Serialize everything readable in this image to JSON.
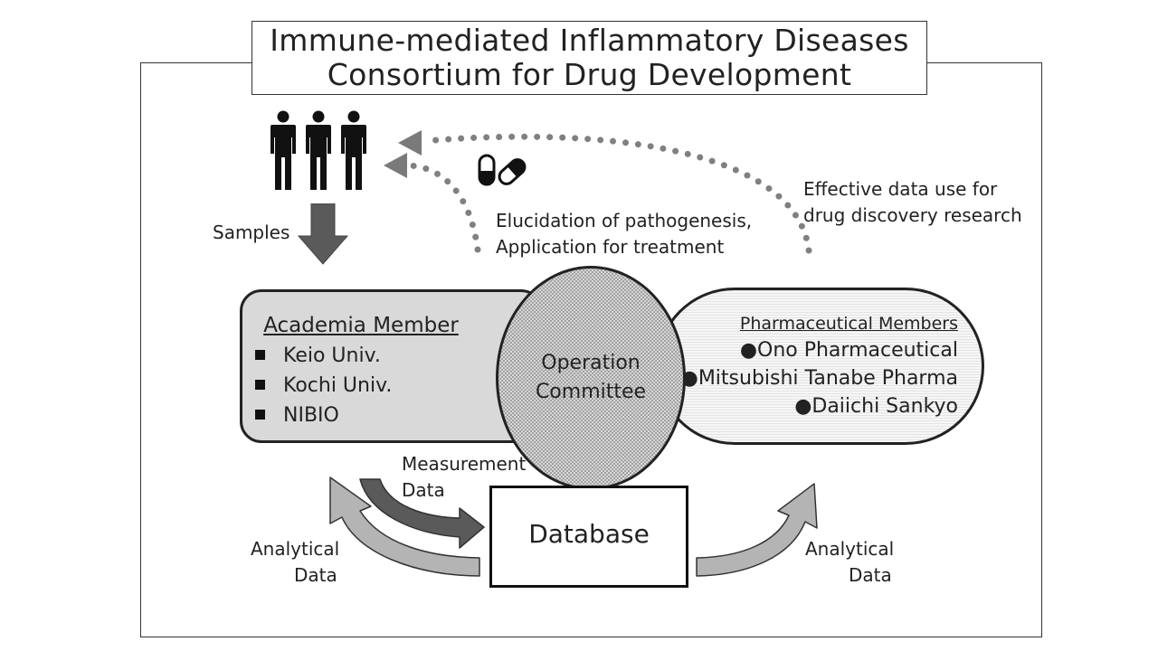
{
  "title": {
    "line1": "Immune-mediated Inflammatory Diseases",
    "line2": "Consortium for Drug Development"
  },
  "labels": {
    "samples": "Samples",
    "elucidation_line1": "Elucidation of pathogenesis,",
    "elucidation_line2": "Application for treatment",
    "effective_line1": "Effective data use for",
    "effective_line2": "drug discovery research",
    "measurement_line1": "Measurement",
    "measurement_line2": "Data",
    "analytical_left_line1": "Analytical",
    "analytical_left_line2": "Data",
    "analytical_right_line1": "Analytical",
    "analytical_right_line2": "Data"
  },
  "academia": {
    "title": "Academia Member",
    "members": [
      "Keio Univ.",
      "Kochi Univ.",
      "NIBIO"
    ]
  },
  "committee": {
    "line1": "Operation",
    "line2": "Committee"
  },
  "pharma": {
    "title": "Pharmaceutical Members",
    "members": [
      "●Ono Pharmaceutical",
      "●Mitsubishi Tanabe Pharma",
      "●Daiichi Sankyo"
    ]
  },
  "database": {
    "label": "Database"
  },
  "icons": {
    "people": "people-icon",
    "capsule": "capsule-icon",
    "samples_arrow": "arrow-down-icon"
  },
  "colors": {
    "dark_arrow": "#5a5a5a",
    "light_arrow": "#b4b4b4",
    "dotted": "#808080",
    "academia_fill": "#d9d9d9"
  }
}
